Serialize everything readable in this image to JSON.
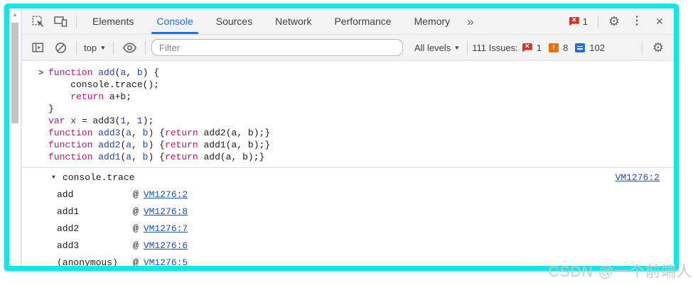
{
  "watermark": "CSDN @一个前端人",
  "colors": {
    "frame_cyan": "#17e5e5",
    "accent_blue": "#1a73e8",
    "error_red": "#d93025",
    "warning_orange": "#e8710a",
    "message_blue": "#1a73e8",
    "keyword": "#bf1566",
    "definition": "#2742a5",
    "number": "#1e39c4",
    "link_blue": "#1d50b0"
  },
  "tabbar": {
    "tabs": [
      {
        "label": "Elements",
        "active": false
      },
      {
        "label": "Console",
        "active": true
      },
      {
        "label": "Sources",
        "active": false
      },
      {
        "label": "Network",
        "active": false
      },
      {
        "label": "Performance",
        "active": false
      },
      {
        "label": "Memory",
        "active": false
      }
    ],
    "more_label": "»",
    "error_count": "1"
  },
  "toolbar": {
    "context_label": "top",
    "filter_placeholder": "Filter",
    "levels_label": "All levels",
    "issues_label": "111 Issues:",
    "issues": {
      "errors": "1",
      "warnings": "8",
      "messages": "102"
    }
  },
  "console": {
    "prompt": ">",
    "code_lines": [
      [
        {
          "t": "function ",
          "c": "k"
        },
        {
          "t": "add",
          "c": "d"
        },
        {
          "t": "(",
          "c": "p"
        },
        {
          "t": "a",
          "c": "d"
        },
        {
          "t": ", ",
          "c": "p"
        },
        {
          "t": "b",
          "c": "d"
        },
        {
          "t": ") {",
          "c": "p"
        }
      ],
      [
        {
          "t": "    console.trace();",
          "c": "p"
        }
      ],
      [
        {
          "t": "    ",
          "c": "p"
        },
        {
          "t": "return",
          "c": "k"
        },
        {
          "t": " a+b;",
          "c": "p"
        }
      ],
      [
        {
          "t": "}",
          "c": "p"
        }
      ],
      [
        {
          "t": "var",
          "c": "k"
        },
        {
          "t": " ",
          "c": "p"
        },
        {
          "t": "x",
          "c": "d"
        },
        {
          "t": " = add3(",
          "c": "p"
        },
        {
          "t": "1",
          "c": "n"
        },
        {
          "t": ", ",
          "c": "p"
        },
        {
          "t": "1",
          "c": "n"
        },
        {
          "t": ");",
          "c": "p"
        }
      ],
      [
        {
          "t": "function ",
          "c": "k"
        },
        {
          "t": "add3",
          "c": "d"
        },
        {
          "t": "(",
          "c": "p"
        },
        {
          "t": "a",
          "c": "d"
        },
        {
          "t": ", ",
          "c": "p"
        },
        {
          "t": "b",
          "c": "d"
        },
        {
          "t": ") {",
          "c": "p"
        },
        {
          "t": "return",
          "c": "k"
        },
        {
          "t": " add2(a, b);}",
          "c": "p"
        }
      ],
      [
        {
          "t": "function ",
          "c": "k"
        },
        {
          "t": "add2",
          "c": "d"
        },
        {
          "t": "(",
          "c": "p"
        },
        {
          "t": "a",
          "c": "d"
        },
        {
          "t": ", ",
          "c": "p"
        },
        {
          "t": "b",
          "c": "d"
        },
        {
          "t": ") {",
          "c": "p"
        },
        {
          "t": "return",
          "c": "k"
        },
        {
          "t": " add1(a, b);}",
          "c": "p"
        }
      ],
      [
        {
          "t": "function ",
          "c": "k"
        },
        {
          "t": "add1",
          "c": "d"
        },
        {
          "t": "(",
          "c": "p"
        },
        {
          "t": "a",
          "c": "d"
        },
        {
          "t": ", ",
          "c": "p"
        },
        {
          "t": "b",
          "c": "d"
        },
        {
          "t": ") {",
          "c": "p"
        },
        {
          "t": "return",
          "c": "k"
        },
        {
          "t": " add(a, b);}",
          "c": "p"
        }
      ]
    ],
    "trace": {
      "disclosure": "▼",
      "label": "console.trace",
      "location": "VM1276:2",
      "at_symbol": "@",
      "frames": [
        {
          "fn": "add",
          "loc": "VM1276:2"
        },
        {
          "fn": "add1",
          "loc": "VM1276:8"
        },
        {
          "fn": "add2",
          "loc": "VM1276:7"
        },
        {
          "fn": "add3",
          "loc": "VM1276:6"
        },
        {
          "fn": "(anonymous)",
          "loc": "VM1276:5"
        }
      ]
    }
  },
  "icons": {
    "dropdown_arrow": "▼",
    "gear": "⚙",
    "kebab": "⋮",
    "close": "✕",
    "scroll_up": "▲"
  }
}
